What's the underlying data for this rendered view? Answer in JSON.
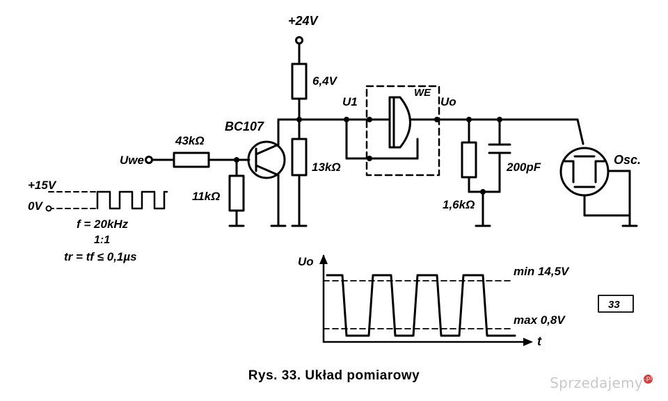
{
  "supply": {
    "v24": "+24V",
    "v15": "+15V",
    "v0": "0V"
  },
  "components": {
    "r_top": "6,4V",
    "r_base": "43kΩ",
    "r_bias": "11kΩ",
    "r_mid": "13kΩ",
    "r_out": "1,6kΩ",
    "c_out": "200pF",
    "transistor": "BC107",
    "device": "WE",
    "scope": "Osc."
  },
  "nodes": {
    "input": "Uwe",
    "u1": "U1",
    "uo": "Uo"
  },
  "signal": {
    "freq": "f = 20kHz",
    "ratio": "1:1",
    "edges": "tr = tf ≤ 0,1µs"
  },
  "waveform": {
    "y_axis": "Uo",
    "x_axis": "t",
    "upper": "min 14,5V",
    "lower": "max 0,8V"
  },
  "figure_number": "33",
  "caption": "Rys. 33. Układ pomiarowy",
  "watermark": {
    "text": "Sprzedajemy",
    "badge": ".pl"
  }
}
